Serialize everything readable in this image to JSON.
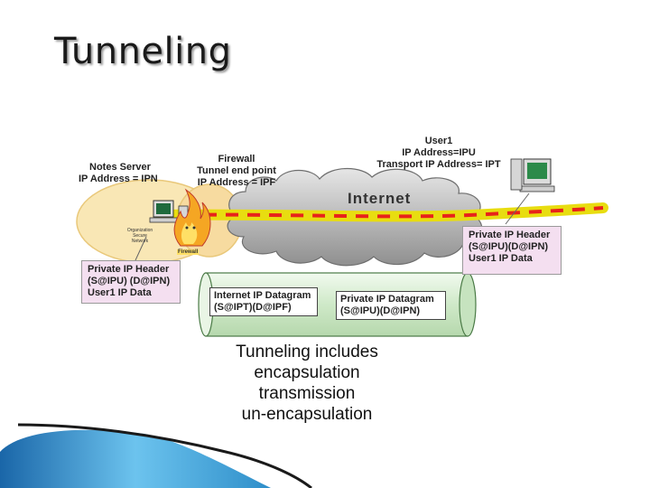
{
  "title": "Tunneling",
  "labels": {
    "notes_server": [
      "Notes Server",
      "IP Address = IPN"
    ],
    "firewall": [
      "Firewall",
      "Tunnel end point",
      "IP Address = IPF"
    ],
    "user1": [
      "User1",
      "IP Address=IPU",
      "Transport  IP Address= IPT"
    ],
    "internet": "Internet",
    "org_network": [
      "Organization",
      "Secure",
      "Network"
    ],
    "firewall_tag": "Firewall"
  },
  "boxes": {
    "left_header": [
      "Private IP Header",
      "(S@IPU) (D@IPN)",
      "User1 IP Data"
    ],
    "right_header": [
      "Private  IP Header",
      "(S@IPU)(D@IPN)",
      "User1 IP Data"
    ],
    "internet_datagram": [
      "Internet IP Datagram",
      "(S@IPT)(D@IPF)"
    ],
    "private_datagram": [
      "Private IP Datagram",
      "(S@IPU)(D@IPN)"
    ]
  },
  "summary": [
    "Tunneling includes",
    "encapsulation",
    "transmission",
    "un-encapsulation"
  ],
  "colors": {
    "tunnel_line": "#e8dd10",
    "tunnel_dash": "#e8231a",
    "secure_network": "#f9e7b5",
    "header_box": "#f4dff0",
    "pipe": "#d8efd3",
    "cloud": "#bdbdbd",
    "accent_bar": "#2e8ec9"
  }
}
